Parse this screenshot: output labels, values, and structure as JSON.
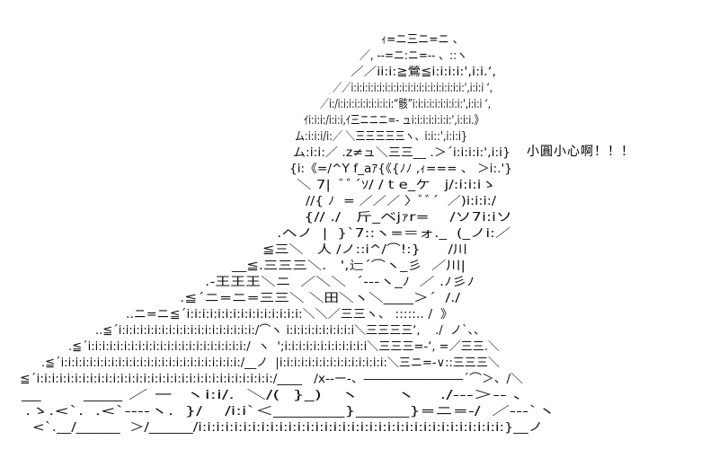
{
  "speech_text": "小圓小心啊！！！",
  "art_lines": [
    "ｨ=ニ三ニ=ニ 、",
    "／, -‐=ニ:ニ=-‐ 、::ヽ",
    "／／ii:i:≧鶯≦i:i:i:i:',i:i.‘,",
    "／／i:i:i:i:i:i:i:i:i:i:i:i:i:i:i:i:i:i:i:i:',i:i:i ‘,",
    "／i:/i:i:i:i:i:i:i:i:i:i:“骸”i:i:i:i:i:i:i:i:i:',i:i:i ‘,",
    "ｲi:i:i:/i:i:i,ｲ三ニニニ=‐ ュi:i:i:i:i:i:i:',i:i:i.》",
    "ム:i:i:i/i:／ ＼三三三三三ヽ、i:i::',i:i:i}",
    "ム:i:i:／ .z≠ュ＼三三__ .＞´i:i:i:i:',i:i}",
    "{i:《=/^Y f_aｱ{《{ﾉﾉ ,ｨ=== 、 ＞i:.'}",
    "＼ 7|  ﾞﾞ´ｿ/ / t e_ケ   j/:i:i:iゝ",
    "//{ ﾉ  = ／／／ 〉ﾞﾞ´  ／)i:i:i:/",
    "{// ./   斤_ベjｧr=    /ソ7i:iソ",
    ".ヘノ  |  }`7::ヽ=＝ォ._  (_ノi:／",
    "≦三＼   人 /ノ::i^/⌒!:}      /川",
    "__≦.三三三＼.   ',辷´⌒ヽ_彡  ／川|",
    ".-王王王＼ニ  ／＼＼  ´‐‐‐ヽ_ﾉ  ／ .ﾉ彡ﾉ",
    ".≦´ニ=ニ=三三＼ ＼田＼ヽ＼____＞´  /./",
    "..ニ=ニ≦´i:i:i:i:i:i:i:i:i:i:i:i:i:i:i:＼＼／三三ヽ、 :::::.. /  》",
    "..≦´i:i:i:i:i:i:i:i:i:i:i:i:i:i:i:i:i:i:i:/⌒ヽ i:i:i:i:i:i:i:i:i:i＼三三三三‘,    ./  ノ`、、",
    ".≦´i:i:i:i:i:i:i:i:i:i:i:i:i:i:i:i:i:i:i:i:i:i:/  ヽ  ';i:i:i:i:i:i:i:i:i:i:i:i＼三三三=‐‘, =／三三.＼",
    ".≦´i:i:i:i:i:i:i:i:i:i:i:i:i:i:i:i:i:i:i:i:i:i:i:i:i:/__ノ  |i:i:i:i:i:i:i:i:i:i:i:i:i:i:i:＼三ニ=‐∨::三三三＼",
    "≦´i:i:i:i:i:i:i:i:i:i:i:i:i:i:i:i:i:i:i:i:i:i:i:i:i:i:i:i:i:i:i:/____   /x‐‐ー‐、――――――――´⌒＞、/＼",
    "__       ____ ／ ー  ヽi:i/.  ＼/(  }_)   ヽ      ヽ    ./‐‐‐＞‐‐ 、",
    ".ゝ.<`.  .<`‐‐‐‐ヽ.  }/    /i:i`＜________}______}=ニ=‐/  ／‐‐‐`ヽ",
    "<`.__/______  ＞/______/i:i:i:i:i:i:i:i:i:i:i:i:i:i:i:i:i:i:i:i:i:i:i:i:i:i:i:i:i:i:i:i:i:i:}__ノ"
  ]
}
